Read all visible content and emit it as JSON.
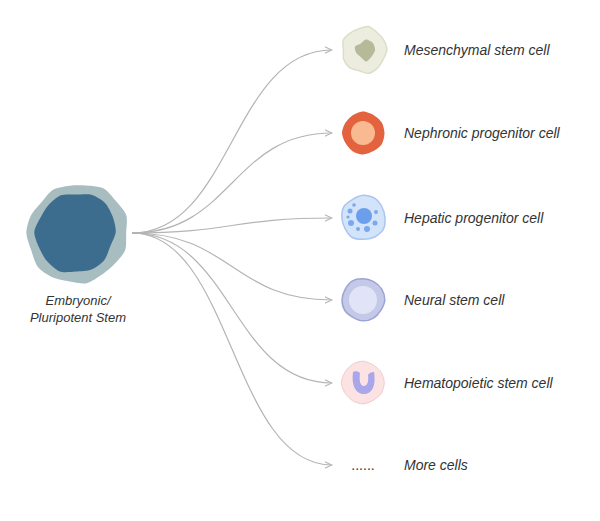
{
  "diagram": {
    "nodes": [
      {
        "text": [
          "Embryonic/ Pluripotent Stem"
        ]
      },
      {
        "text": [
          "Mesenchymal stem cell"
        ]
      },
      {
        "text": [
          "Nephronic progenitor cell"
        ]
      },
      {
        "text": [
          "Hepatic progenitor cell"
        ]
      },
      {
        "text": [
          "Neural stem cell"
        ]
      },
      {
        "text": [
          "Hematopoietic stem cell"
        ]
      },
      {
        "text": [
          "......",
          "More cells"
        ]
      }
    ],
    "edges": [
      {
        "from": 0,
        "to": 1,
        "arrow": "to"
      },
      {
        "from": 0,
        "to": 2,
        "arrow": "to"
      },
      {
        "from": 0,
        "to": 3,
        "arrow": "to"
      },
      {
        "from": 0,
        "to": 4,
        "arrow": "to"
      },
      {
        "from": 0,
        "to": 5,
        "arrow": "to"
      },
      {
        "from": 0,
        "to": 6,
        "arrow": "to"
      }
    ]
  }
}
